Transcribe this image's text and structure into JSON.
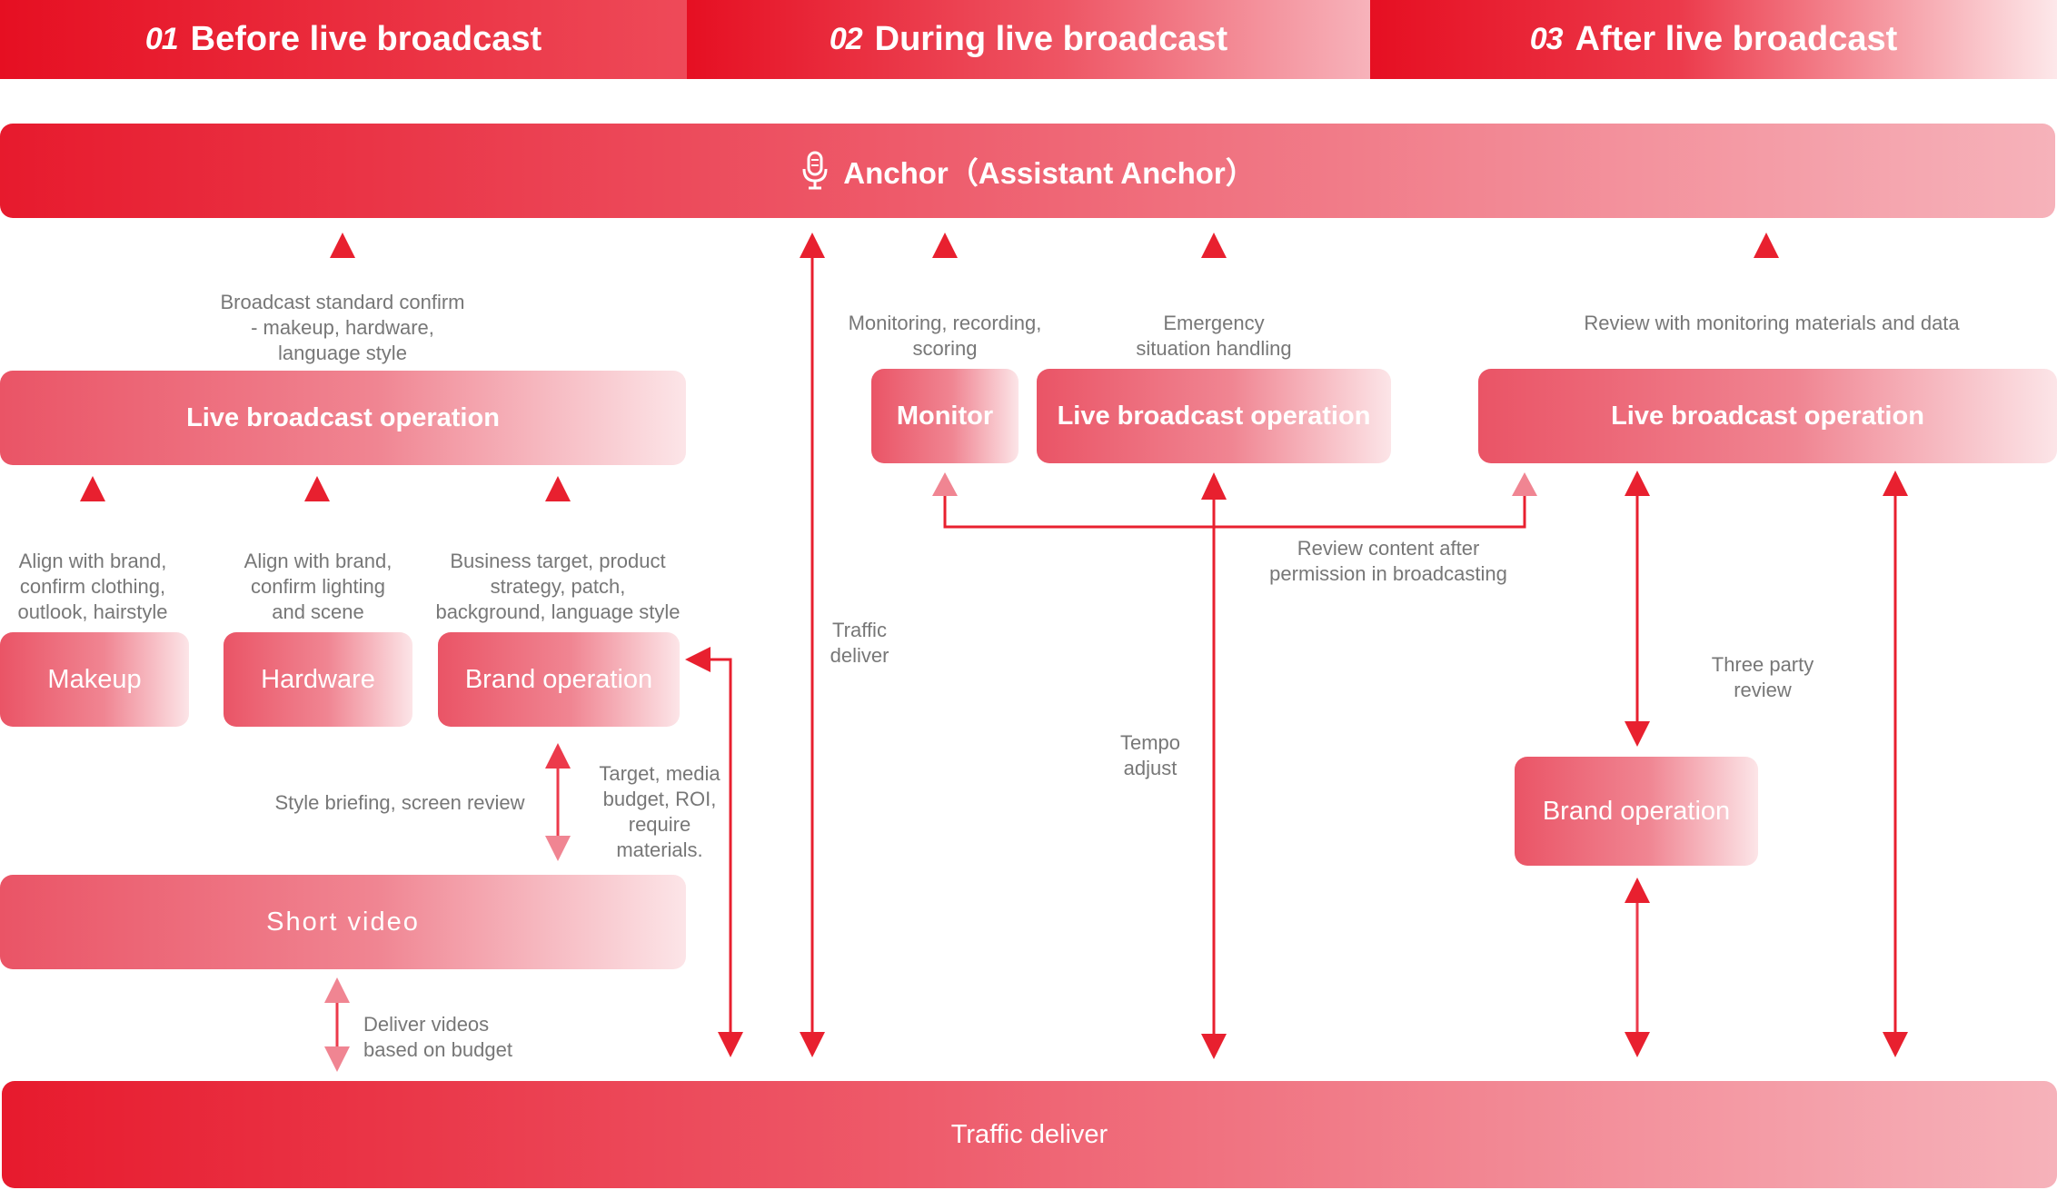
{
  "phases": [
    {
      "num": "01",
      "title": "Before live broadcast"
    },
    {
      "num": "02",
      "title": "During live broadcast"
    },
    {
      "num": "03",
      "title": "After live broadcast"
    }
  ],
  "anchor": {
    "icon": "microphone-icon",
    "label": "Anchor（Assistant Anchor）"
  },
  "boxes": {
    "live_op_before": "Live broadcast operation",
    "makeup": "Makeup",
    "hardware": "Hardware",
    "brand_op_before": "Brand operation",
    "short_video": "Short video",
    "monitor": "Monitor",
    "live_op_during": "Live broadcast operation",
    "live_op_after": "Live broadcast operation",
    "brand_op_after": "Brand operation",
    "traffic_deliver": "Traffic deliver"
  },
  "labels": {
    "broadcast_standard": "Broadcast standard confirm\n- makeup, hardware,\nlanguage style",
    "align_clothing": "Align with brand,\nconfirm clothing,\noutlook, hairstyle",
    "align_lighting": "Align with brand,\nconfirm lighting\nand scene",
    "business_target": "Business target, product\nstrategy, patch,\nbackground, language style",
    "style_briefing": "Style briefing, screen review",
    "target_media": "Target, media\nbudget, ROI,\nrequire\nmaterials.",
    "deliver_videos": "Deliver videos\nbased on budget",
    "traffic_deliver_label": "Traffic\ndeliver",
    "monitoring": "Monitoring, recording,\nscoring",
    "emergency": "Emergency\nsituation handling",
    "review_content": "Review content after\npermission in broadcasting",
    "tempo": "Tempo\nadjust",
    "review_monitoring": "Review with monitoring materials and data",
    "three_party": "Three party\nreview"
  },
  "colors": {
    "primary_red": "#e60012",
    "arrow_red": "#e8202f",
    "label_gray": "#777777"
  }
}
